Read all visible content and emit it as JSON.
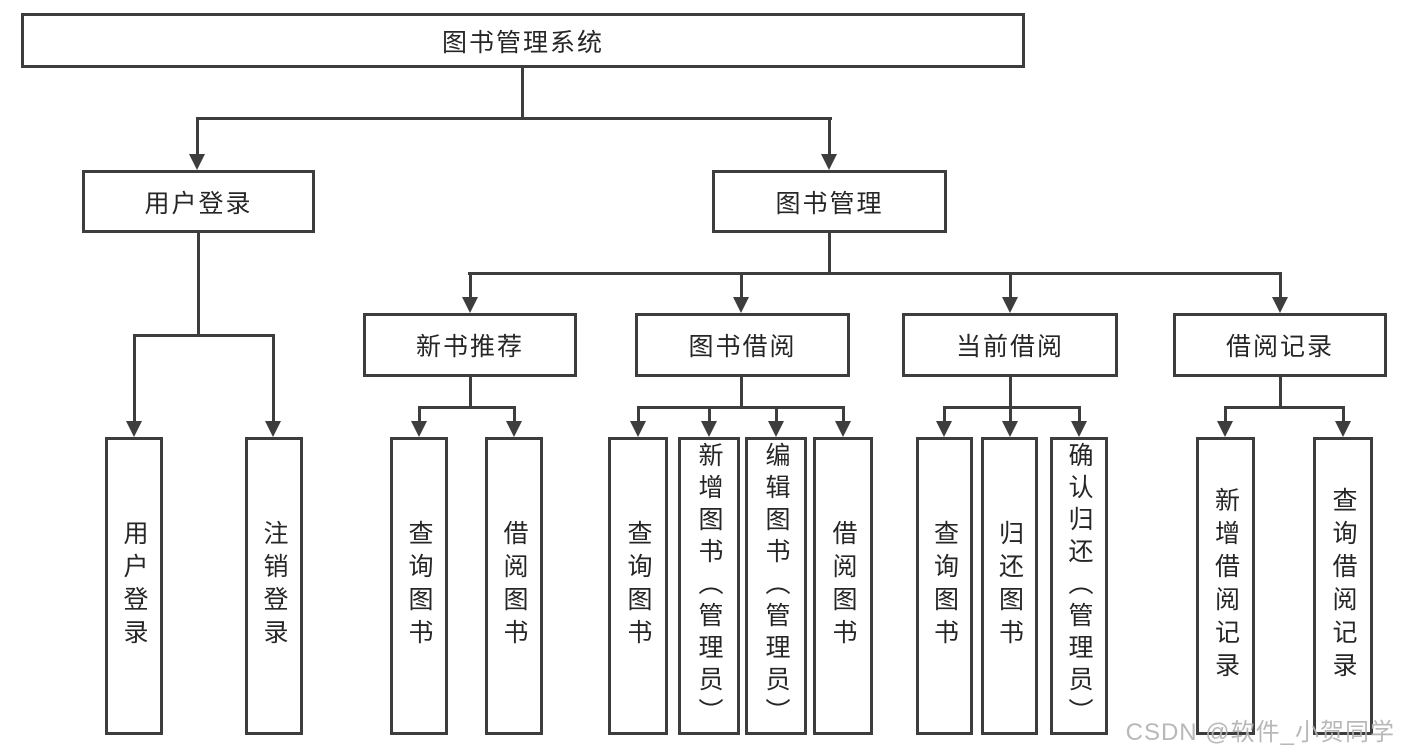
{
  "tree": {
    "label": "图书管理系统",
    "children": [
      {
        "label": "用户登录",
        "children": [
          {
            "label": "用户登录"
          },
          {
            "label": "注销登录"
          }
        ]
      },
      {
        "label": "图书管理",
        "children": [
          {
            "label": "新书推荐",
            "children": [
              {
                "label": "查询图书"
              },
              {
                "label": "借阅图书"
              }
            ]
          },
          {
            "label": "图书借阅",
            "children": [
              {
                "label": "查询图书"
              },
              {
                "label": "新增图书（管理员）"
              },
              {
                "label": "编辑图书（管理员）"
              },
              {
                "label": "借阅图书"
              }
            ]
          },
          {
            "label": "当前借阅",
            "children": [
              {
                "label": "查询图书"
              },
              {
                "label": "归还图书"
              },
              {
                "label": "确认归还（管理员）"
              }
            ]
          },
          {
            "label": "借阅记录",
            "children": [
              {
                "label": "新增借阅记录"
              },
              {
                "label": "查询借阅记录"
              }
            ]
          }
        ]
      }
    ]
  },
  "watermark": {
    "text": "CSDN @软件_小贺同学"
  },
  "colors": {
    "line": "#3d3d3d",
    "text": "#262626",
    "watermark": "#b3b3b3",
    "background": "#ffffff"
  }
}
